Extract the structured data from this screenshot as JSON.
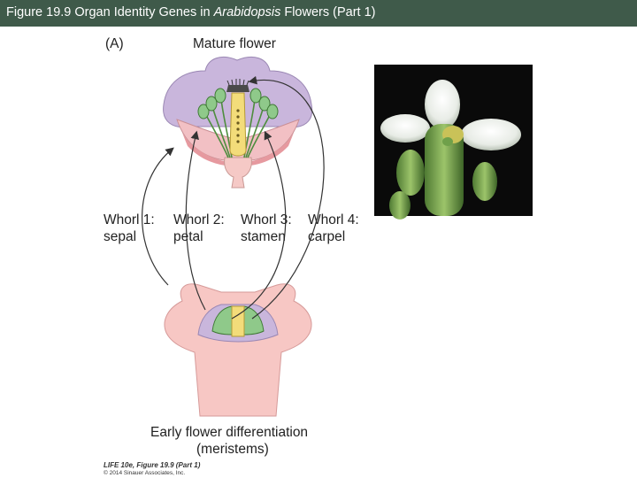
{
  "header": {
    "title_prefix": "Figure 19.9  Organ Identity Genes in ",
    "title_italic": "Arabidopsis",
    "title_suffix": " Flowers (Part 1)"
  },
  "figure": {
    "panel_label": "(A)",
    "mature_label": "Mature flower",
    "whorls": [
      {
        "line1": "Whorl 1:",
        "line2": "sepal"
      },
      {
        "line1": "Whorl 2:",
        "line2": "petal"
      },
      {
        "line1": "Whorl 3:",
        "line2": "stamen"
      },
      {
        "line1": "Whorl 4:",
        "line2": "carpel"
      }
    ],
    "meristem_label_line1": "Early flower differentiation",
    "meristem_label_line2": "(meristems)",
    "credit_line1": "LIFE 10e, Figure 19.9 (Part 1)",
    "credit_line2": "© 2014 Sinauer Associates, Inc."
  },
  "colors": {
    "header_bg": "#3f5a4a",
    "sepal": "#c9b6dc",
    "petal": "#f2c0c4",
    "stamen": "#8fc98a",
    "carpel": "#f3dc7a"
  }
}
